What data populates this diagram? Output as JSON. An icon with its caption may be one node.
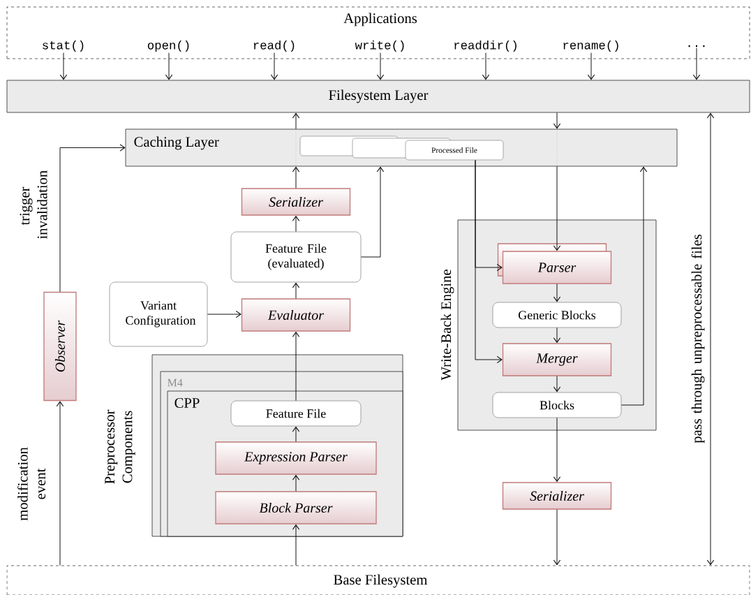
{
  "diagram": {
    "nodes": [
      {
        "text": [
          "Applications"
        ]
      },
      {
        "text": [
          "stat()"
        ],
        "in": 0
      },
      {
        "text": [
          "open()"
        ],
        "in": 0
      },
      {
        "text": [
          "read()"
        ],
        "in": 0
      },
      {
        "text": [
          "write()"
        ],
        "in": 0
      },
      {
        "text": [
          "readdir()"
        ],
        "in": 0
      },
      {
        "text": [
          "rename()"
        ],
        "in": 0
      },
      {
        "text": [
          "..."
        ],
        "in": 0
      },
      {
        "text": [
          "Filesystem Layer"
        ]
      },
      {
        "text": [
          "Caching Layer"
        ]
      },
      {
        "text": [],
        "shape": "box",
        "in": 9
      },
      {
        "text": [],
        "shape": "box",
        "in": 9
      },
      {
        "text": [
          "Processed File"
        ],
        "in": 9
      },
      {
        "text": [
          "Serializer"
        ]
      },
      {
        "text": [
          "Feature File (evaluated)"
        ]
      },
      {
        "text": [
          "Variant Configuration"
        ]
      },
      {
        "text": [
          "Evaluator"
        ]
      },
      {
        "text": [],
        "shape": "box"
      },
      {
        "text": [
          "M4"
        ],
        "in": 17
      },
      {
        "text": [
          "CPP"
        ],
        "in": 18
      },
      {
        "text": [
          "Feature File"
        ],
        "in": 19
      },
      {
        "text": [
          "Expression Parser"
        ],
        "in": 19
      },
      {
        "text": [
          "Block Parser"
        ],
        "in": 19
      },
      {
        "text": [
          "Base Filesystem"
        ]
      },
      {
        "text": [
          "Observer"
        ]
      },
      {
        "text": [
          "Write-Back Engine"
        ]
      },
      {
        "text": [
          "Parser"
        ],
        "in": 25
      },
      {
        "text": [
          "Generic Blocks"
        ],
        "in": 25
      },
      {
        "text": [
          "Merger"
        ],
        "in": 25
      },
      {
        "text": [
          "Blocks"
        ],
        "in": 25
      },
      {
        "text": [
          "Serializer"
        ]
      }
    ],
    "edges": [
      {
        "from": 1,
        "to": 8,
        "arrow": "to"
      },
      {
        "from": 2,
        "to": 8,
        "arrow": "to"
      },
      {
        "from": 3,
        "to": 8,
        "arrow": "to"
      },
      {
        "from": 4,
        "to": 8,
        "arrow": "to"
      },
      {
        "from": 5,
        "to": 8,
        "arrow": "to"
      },
      {
        "from": 6,
        "to": 8,
        "arrow": "to"
      },
      {
        "from": 7,
        "to": 8,
        "arrow": "to"
      },
      {
        "from": 13,
        "to": 9,
        "arrow": "to"
      },
      {
        "from": 14,
        "to": 9,
        "arrow": "to"
      },
      {
        "from": 16,
        "to": 14,
        "arrow": "to"
      },
      {
        "from": 15,
        "to": 16,
        "arrow": "to"
      },
      {
        "from": 20,
        "to": 16,
        "arrow": "to"
      },
      {
        "from": 21,
        "to": 20,
        "arrow": "to"
      },
      {
        "from": 22,
        "to": 21,
        "arrow": "to"
      },
      {
        "from": 23,
        "to": 22,
        "arrow": "to"
      },
      {
        "from": 9,
        "to": 8,
        "arrow": "to"
      },
      {
        "from": 8,
        "to": 9,
        "arrow": "to"
      },
      {
        "from": 9,
        "to": 26,
        "arrow": "to"
      },
      {
        "from": 12,
        "to": 26,
        "arrow": "to"
      },
      {
        "from": 12,
        "to": 28,
        "arrow": "to"
      },
      {
        "from": 26,
        "to": 27,
        "arrow": "to"
      },
      {
        "from": 27,
        "to": 28,
        "arrow": "to"
      },
      {
        "from": 28,
        "to": 29,
        "arrow": "to"
      },
      {
        "from": 29,
        "to": 30,
        "arrow": "to"
      },
      {
        "from": 30,
        "to": 23,
        "arrow": "to"
      },
      {
        "from": 29,
        "to": 9,
        "arrow": "to"
      },
      {
        "from": 24,
        "to": 9,
        "arrow": "to",
        "label": "trigger invalidation"
      },
      {
        "from": 23,
        "to": 24,
        "arrow": "to",
        "label": "modification event"
      },
      {
        "from": 23,
        "to": 8,
        "arrow": "both",
        "label": "pass through unpreprocessable files"
      },
      {
        "from": 14,
        "to": 13,
        "arrow": "to"
      }
    ],
    "labels": [
      "Preprocessor Components"
    ]
  }
}
